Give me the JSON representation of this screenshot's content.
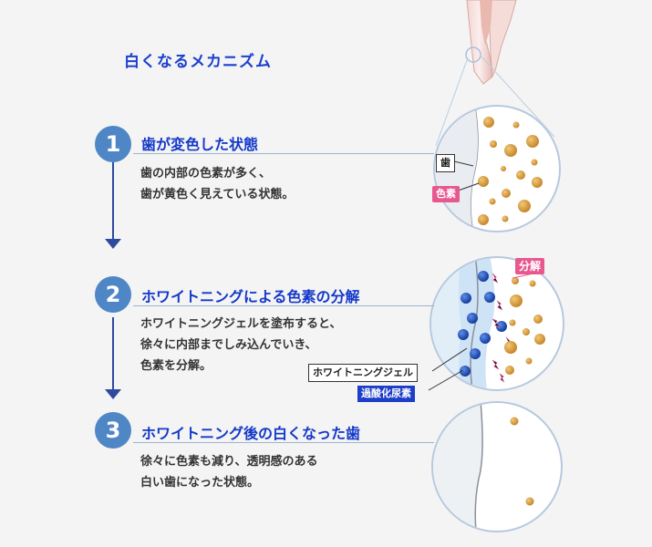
{
  "title": "白くなるメカニズム",
  "steps": [
    {
      "number": "1",
      "title": "歯が変色した状態",
      "lines": [
        "歯の内部の色素が多く、",
        "歯が黄色く見えている状態。"
      ]
    },
    {
      "number": "2",
      "title": "ホワイトニングによる色素の分解",
      "lines": [
        "ホワイトニングジェルを塗布すると、",
        "徐々に内部までしみ込んでいき、",
        "色素を分解。"
      ]
    },
    {
      "number": "3",
      "title": "ホワイトニング後の白くなった歯",
      "lines": [
        "徐々に色素も減り、透明感のある",
        "白い歯になった状態。"
      ]
    }
  ],
  "labels": {
    "tooth": "歯",
    "pigment": "色素",
    "decompose": "分解",
    "gel": "ホワイトニングジェル",
    "peroxide": "過酸化尿素"
  },
  "colors": {
    "accent_blue": "#1438c9",
    "step_circle": "#4f86c6",
    "pigment": "#d49a3a",
    "molecule": "#1a4fb8",
    "pink": "#e8588f"
  }
}
